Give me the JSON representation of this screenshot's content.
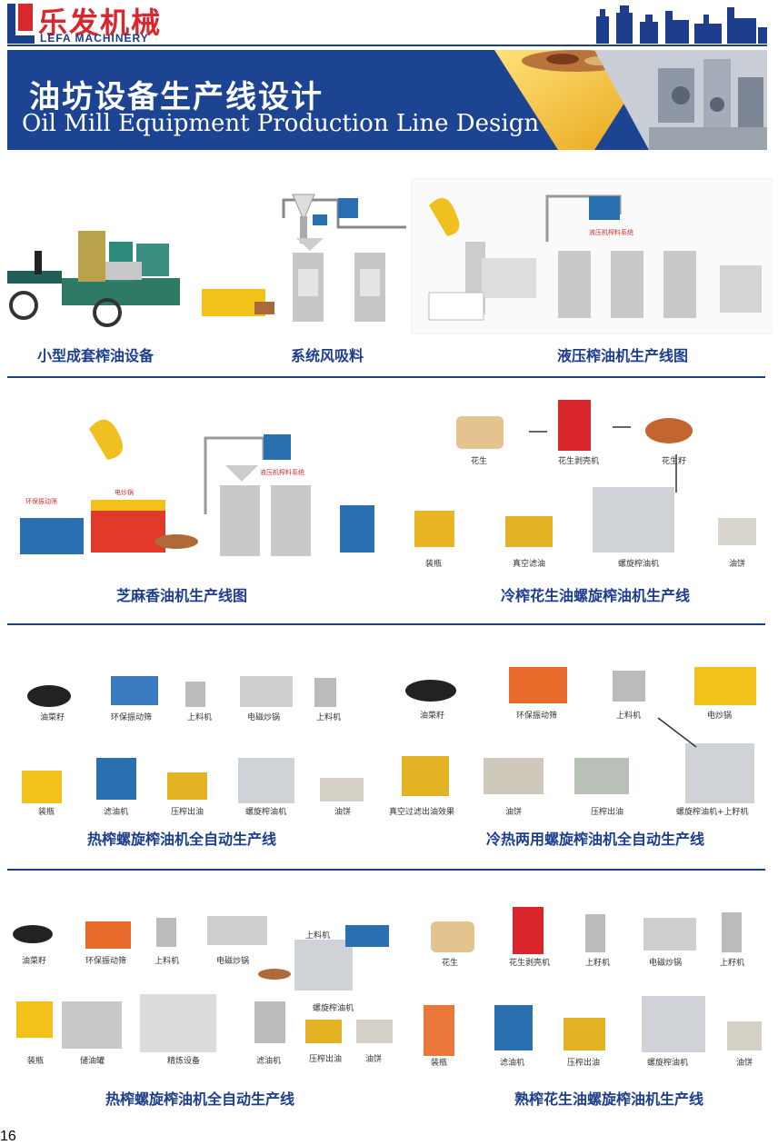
{
  "brand": {
    "name_cn": "乐发机械",
    "name_en": "LEFA MACHINERY",
    "colors": {
      "red": "#d7282f",
      "blue": "#1d3e8c",
      "banner": "#1d4393"
    }
  },
  "banner": {
    "title_cn": "油坊设备生产线设计",
    "title_en": "Oil Mill Equipment Production Line Design"
  },
  "section1": {
    "captions": [
      "小型成套榨油设备",
      "系统风吸料",
      "液压榨油机生产线图"
    ]
  },
  "section2": {
    "captions": [
      "芝麻香油机生产线图",
      "冷榨花生油螺旋榨油机生产线"
    ],
    "peanut_labels": [
      "花生",
      "花生剥壳机",
      "花生籽",
      "装瓶",
      "真空滤油",
      "螺旋榨油机",
      "油饼"
    ]
  },
  "section3": {
    "captions": [
      "热榨螺旋榨油机全自动生产线",
      "冷热两用螺旋榨油机全自动生产线"
    ],
    "left_labels": [
      "油菜籽",
      "环保振动筛",
      "上料机",
      "电磁炒锅",
      "上料机",
      "装瓶",
      "滤油机",
      "压榨出油",
      "螺旋榨油机",
      "油饼"
    ],
    "right_labels": [
      "油菜籽",
      "环保振动筛",
      "上料机",
      "电炒锅",
      "真空过滤出油效果",
      "油饼",
      "压榨出油",
      "螺旋榨油机+上籽机"
    ]
  },
  "section4": {
    "captions": [
      "热榨螺旋榨油机全自动生产线",
      "熟榨花生油螺旋榨油机生产线"
    ],
    "left_labels": [
      "油菜籽",
      "环保振动筛",
      "上料机",
      "电磁炒锅",
      "上料机",
      "螺旋榨油机",
      "装瓶",
      "储油罐",
      "精炼设备",
      "滤油机",
      "压榨出油",
      "油饼"
    ],
    "right_labels": [
      "花生",
      "花生剥壳机",
      "上籽机",
      "电磁炒锅",
      "上籽机",
      "装瓶",
      "滤油机",
      "压榨出油",
      "螺旋榨油机",
      "油饼"
    ]
  },
  "page_number": "16"
}
